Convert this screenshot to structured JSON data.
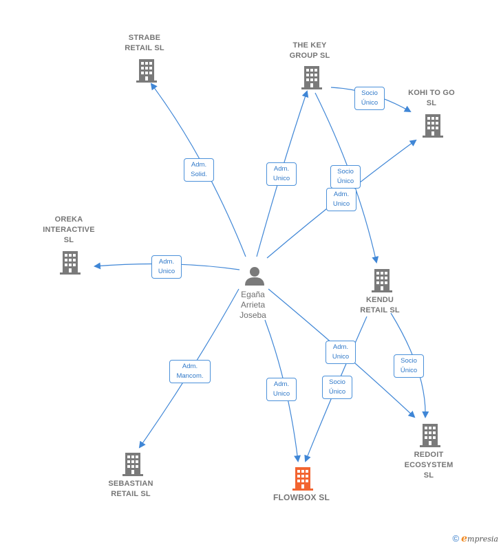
{
  "person": {
    "name": "Egaña\nArrieta\nJoseba"
  },
  "companies": {
    "strabe": "STRABE\nRETAIL  SL",
    "thekey": "THE KEY\nGROUP  SL",
    "kohi": "KOHI TO GO\nSL",
    "oreka": "OREKA\nINTERACTIVE\nSL",
    "kendu": "KENDU\nRETAIL  SL",
    "sebastian": "SEBASTIAN\nRETAIL  SL",
    "flowbox": "FLOWBOX  SL",
    "redoit": "REDOIT\nECOSYSTEM\nSL"
  },
  "edge_labels": {
    "strabe": "Adm.\nSolid.",
    "thekey_adm": "Adm.\nUnico",
    "thekey_kohi": "Socio\nÚnico",
    "thekey_kendu": "Socio\nÚnico",
    "kohi_adm": "Adm.\nUnico",
    "oreka": "Adm.\nUnico",
    "sebastian": "Adm.\nMancom.",
    "flowbox_adm": "Adm.\nUnico",
    "redoit_adm": "Adm.\nUnico",
    "kendu_flowbox": "Socio\nÚnico",
    "kendu_redoit": "Socio\nÚnico"
  },
  "colors": {
    "edge": "#3f86d6",
    "building": "#7a7a7a",
    "building_highlight": "#f26430",
    "person": "#7a7a7a"
  },
  "footer": {
    "copyright": "©",
    "brand_e": "e",
    "brand_rest": "mpresia"
  }
}
